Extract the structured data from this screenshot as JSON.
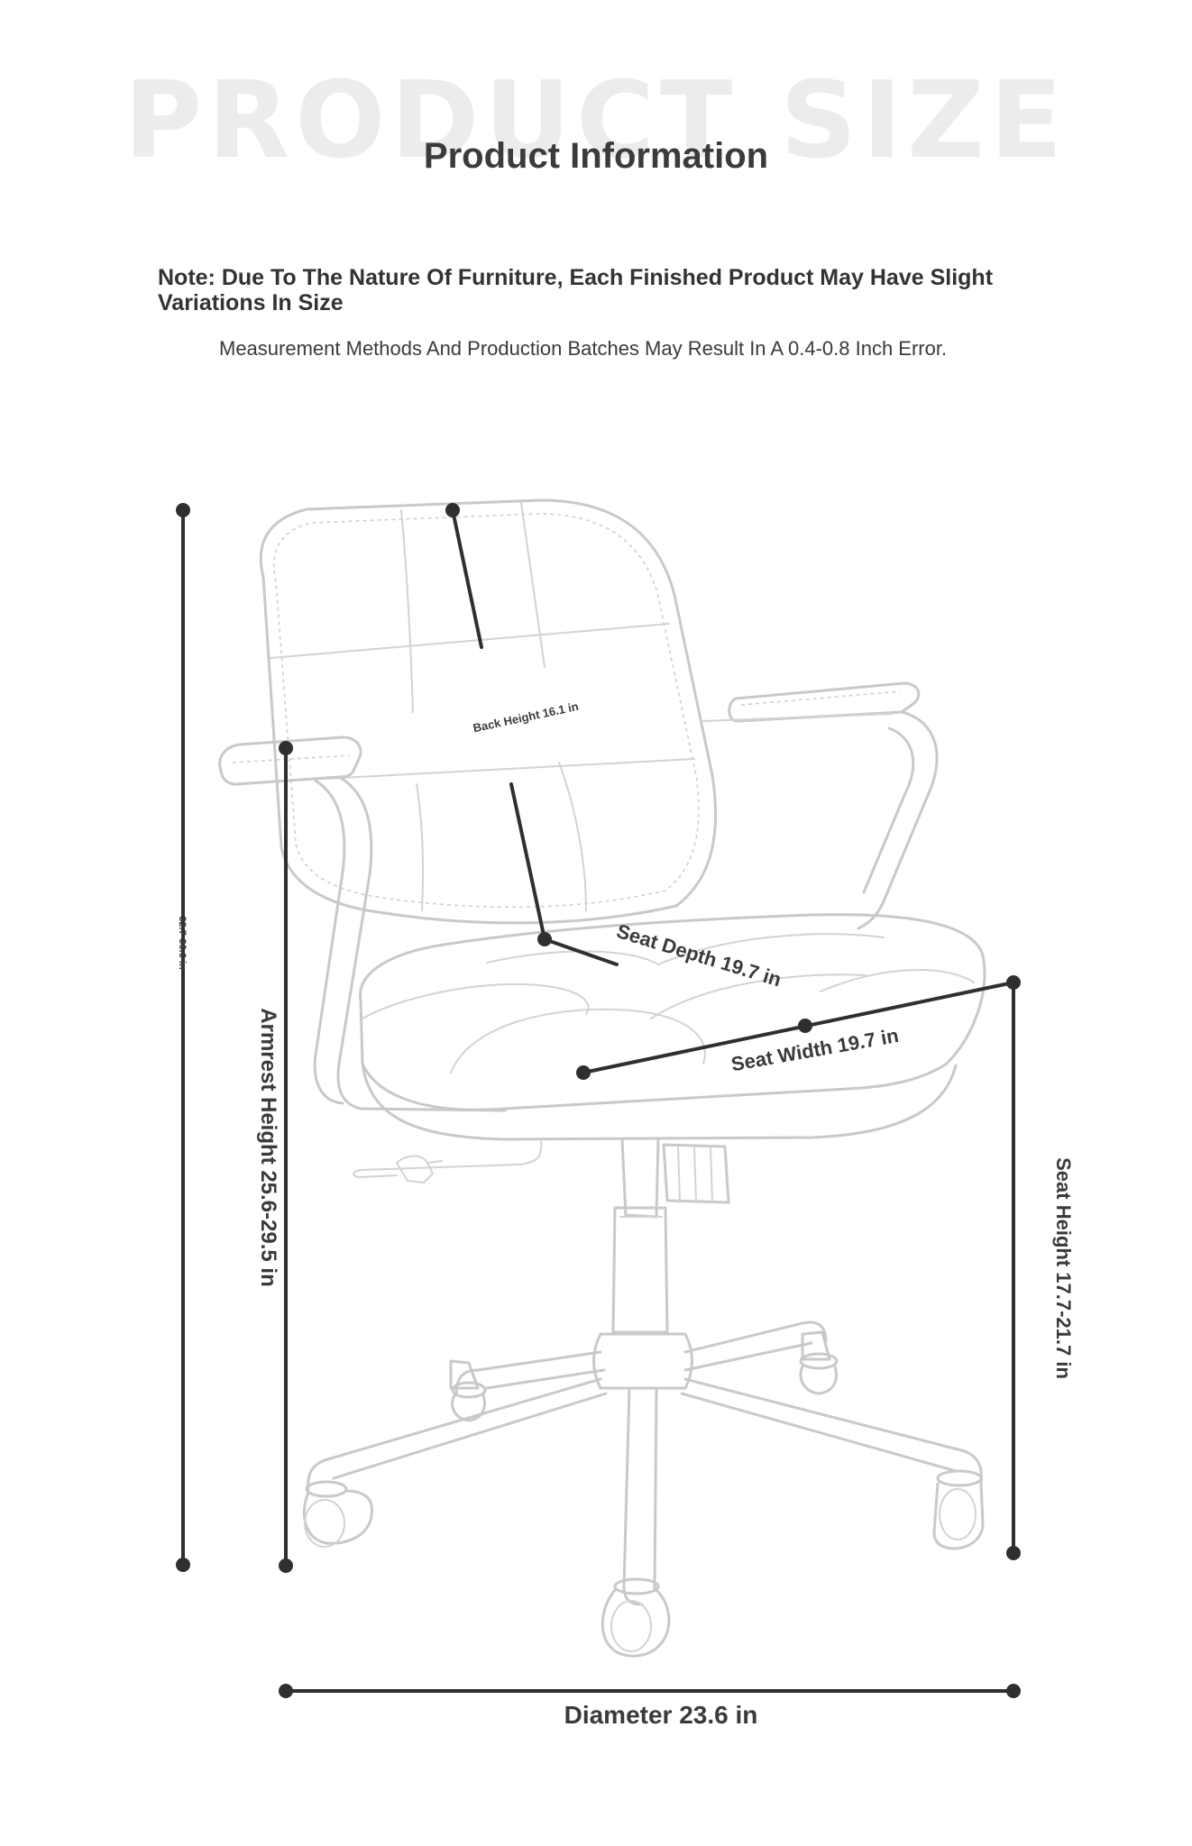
{
  "header": {
    "watermark": "PRODUCT SIZE",
    "title": "Product Information"
  },
  "note": {
    "line1": "Note: Due To The Nature Of Furniture, Each Finished Product May Have Slight Variations In Size",
    "line2": "Measurement Methods And Production Batches May Result In A 0.4-0.8 Inch Error."
  },
  "dimensions": {
    "overall_height": "32.7-36.6 in",
    "back_height": "Back Height 16.1 in",
    "armrest_height": "Armrest Height 25.6-29.5 in",
    "seat_depth": "Seat Depth 19.7 in",
    "seat_width": "Seat Width 19.7 in",
    "seat_height": "Seat Height 17.7-21.7 in",
    "diameter": "Diameter 23.6 in"
  },
  "colors": {
    "line": "#2f2f2f",
    "chair": "#c9c9c9",
    "watermark": "#ececec"
  }
}
